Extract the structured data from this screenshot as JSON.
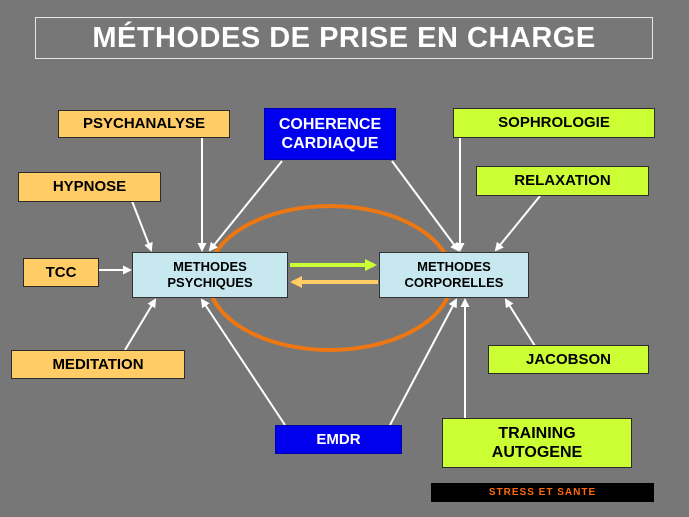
{
  "title": "MÉTHODES DE PRISE EN CHARGE",
  "center": {
    "psychiques": "METHODES\nPSYCHIQUES",
    "corporelles": "METHODES\nCORPORELLES"
  },
  "nodes": {
    "psychanalyse": "PSYCHANALYSE",
    "hypnose": "HYPNOSE",
    "tcc": "TCC",
    "meditation": "MEDITATION",
    "coherence": "COHERENCE\nCARDIAQUE",
    "emdr": "EMDR",
    "sophrologie": "SOPHROLOGIE",
    "relaxation": "RELAXATION",
    "jacobson": "JACOBSON",
    "training": "TRAINING\nAUTOGENE"
  },
  "footer": "STRESS  ET  SANTE",
  "colors": {
    "background": "#777777",
    "psychic_methods": "#ffcc66",
    "body_methods": "#ccff33",
    "mixed_methods": "#0000ee",
    "center_boxes": "#c6e8ee",
    "cycle_ellipse": "#ee7711",
    "arrow_to_body": "#ccff33",
    "arrow_to_mind": "#ffcc66",
    "footer_text": "#ff6a10"
  }
}
